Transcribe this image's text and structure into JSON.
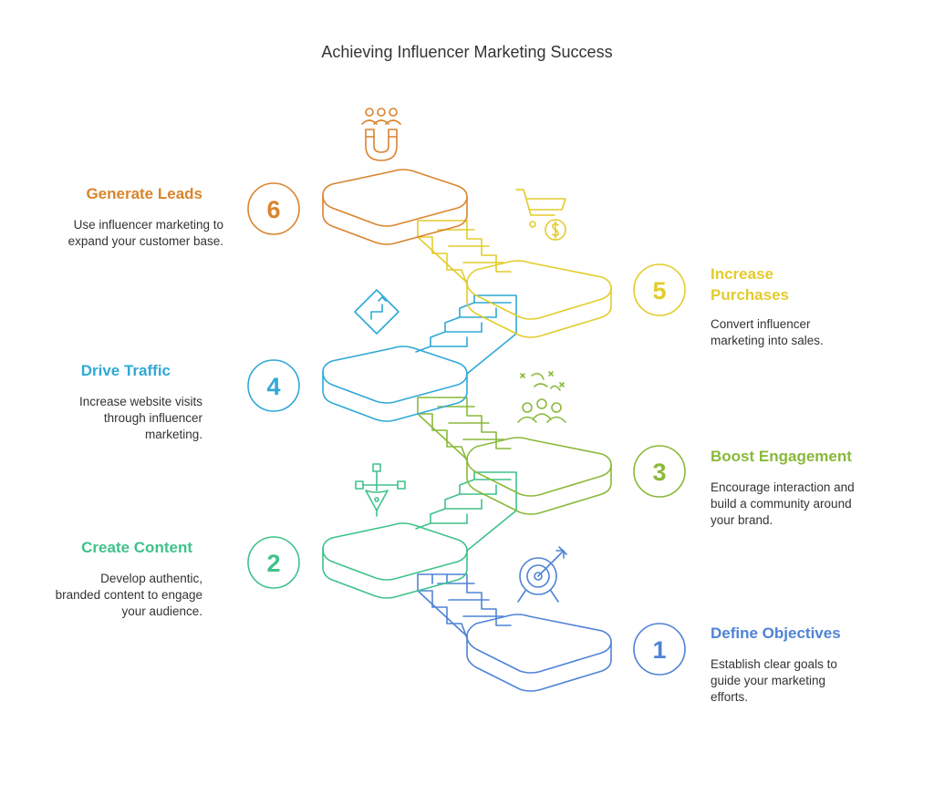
{
  "title": "Achieving Influencer Marketing Success",
  "steps": [
    {
      "number": "1",
      "heading": "Define Objectives",
      "text": "Establish clear goals to guide your marketing efforts.",
      "color": "#4f83d6",
      "icon": "target-icon"
    },
    {
      "number": "2",
      "heading": "Create Content",
      "text": "Develop authentic, branded content to engage your audience.",
      "color": "#3fc28a",
      "icon": "pen-tool-icon"
    },
    {
      "number": "3",
      "heading": "Boost Engagement",
      "text": "Encourage interaction and build a community around your brand.",
      "color": "#8ab93a",
      "icon": "celebrating-people-icon"
    },
    {
      "number": "4",
      "heading": "Drive Traffic",
      "text": "Increase website visits through influencer marketing.",
      "color": "#2fa9d6",
      "icon": "directions-sign-icon"
    },
    {
      "number": "5",
      "heading": "Increase Purchases",
      "text": "Convert influencer marketing into sales.",
      "color": "#e2cc2c",
      "icon": "shopping-cart-icon"
    },
    {
      "number": "6",
      "heading": "Generate Leads",
      "text": "Use influencer marketing to expand your customer base.",
      "color": "#d9842e",
      "icon": "magnet-people-icon"
    }
  ]
}
